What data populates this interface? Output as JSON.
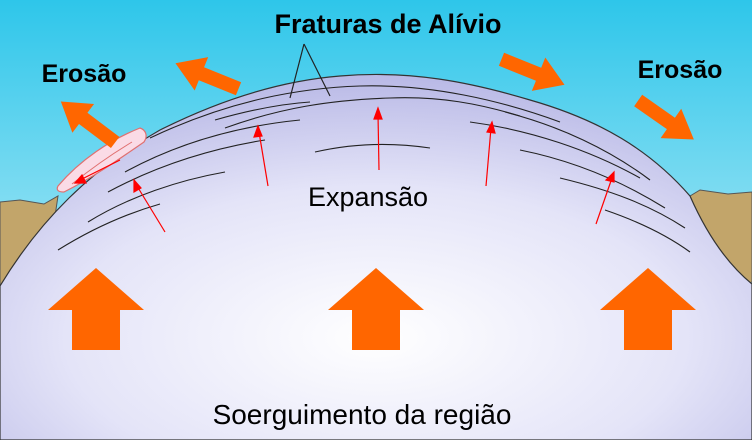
{
  "labels": {
    "relief_fractures": "Fraturas de Alívio",
    "erosion_left": "Erosão",
    "erosion_right": "Erosão",
    "expansion": "Expansão",
    "uplift": "Soerguimento da região"
  },
  "colors": {
    "sky_top": "#2ec6ea",
    "sky_bottom": "#dff6fb",
    "dome_edge": "#b4b4e4",
    "dome_center": "#ffffff",
    "ground": "#c2a56a",
    "erosion_arrow": "#ff6600",
    "uplift_arrow": "#ff6600",
    "expansion_arrow": "#ff0000",
    "exfoliated_slab": "#fadbe6",
    "slab_outline": "#e07070"
  },
  "icons": {
    "erosion": "arrow-outward-icon",
    "uplift": "arrow-up-icon",
    "expansion": "thin-arrow-icon"
  }
}
